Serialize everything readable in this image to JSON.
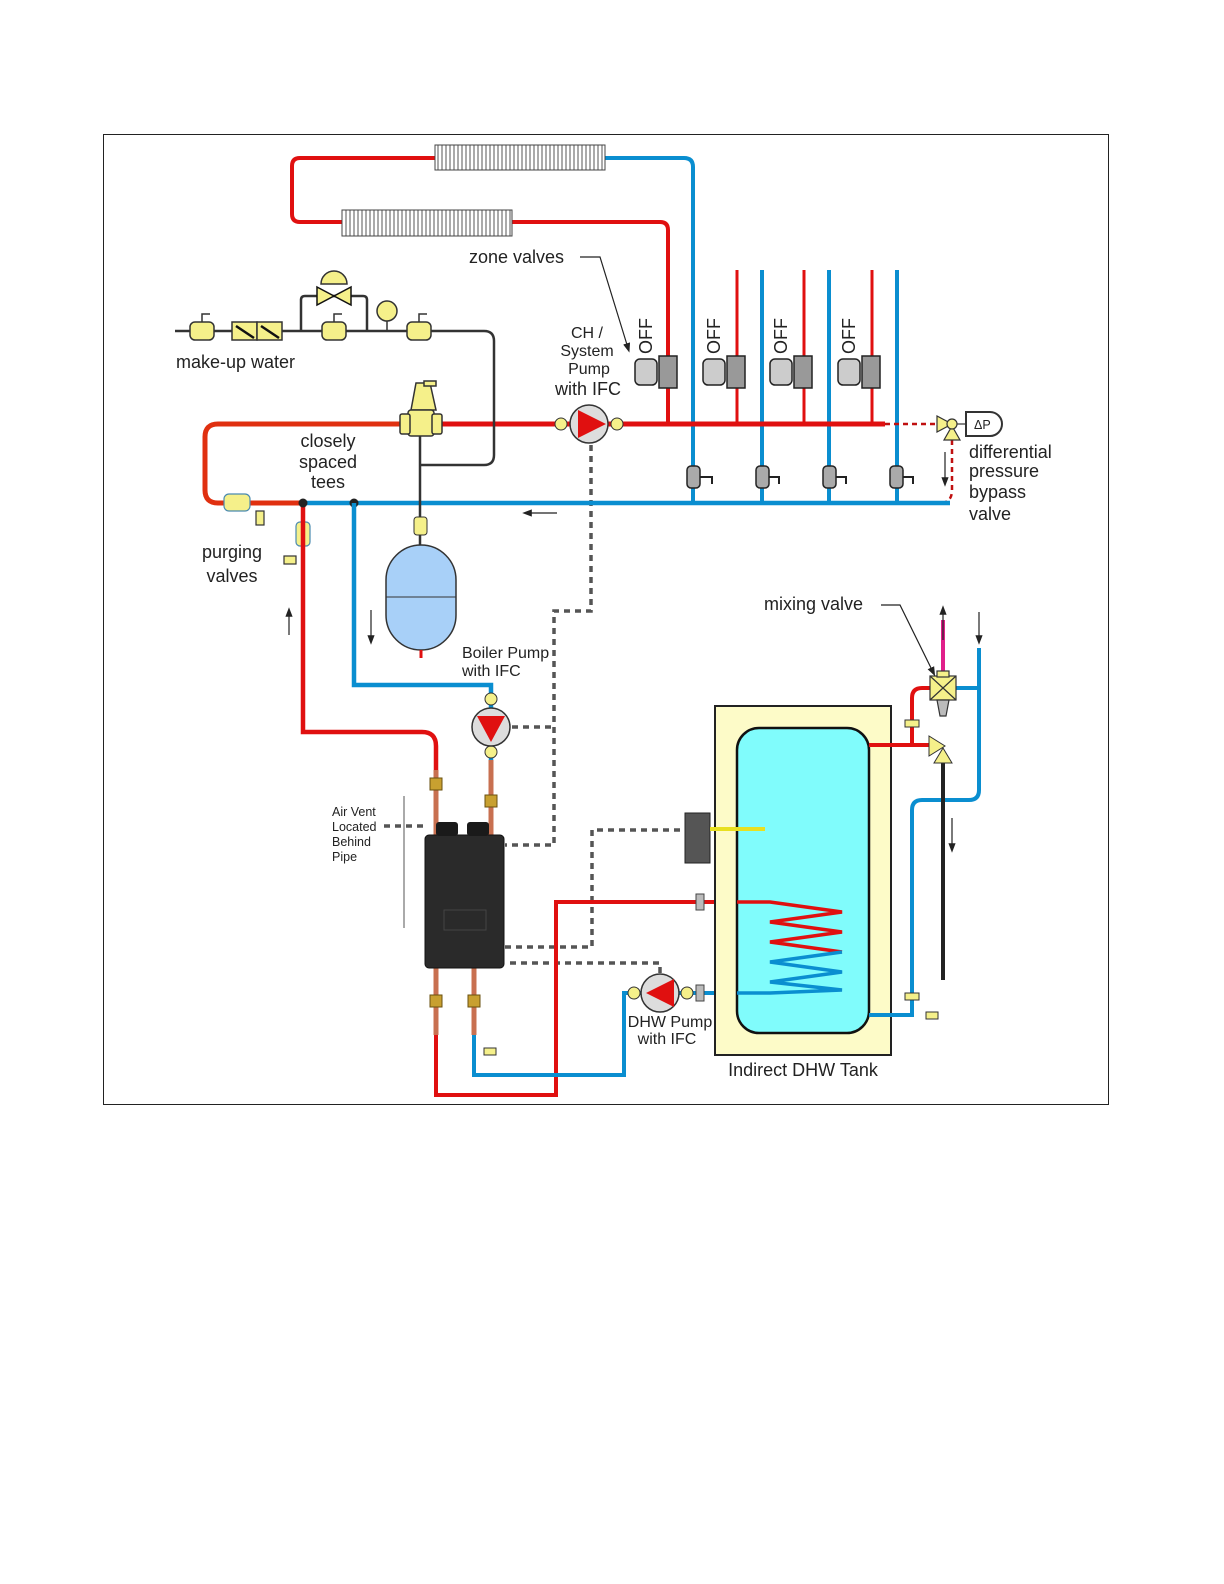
{
  "labels": {
    "zone_valves": "zone valves",
    "make_up_water": "make-up water",
    "ch_pump": [
      "CH /",
      "System",
      "Pump",
      "with IFC"
    ],
    "closely_spaced_tees": [
      "closely",
      "spaced",
      "tees"
    ],
    "purging_valves": [
      "purging",
      "valves"
    ],
    "differential_bypass": [
      "differential",
      "pressure",
      "bypass",
      "valve"
    ],
    "delta_p": "ΔP",
    "zone_off": [
      "OFF",
      "OFF",
      "OFF",
      "OFF"
    ],
    "boiler_pump": [
      "Boiler Pump",
      "with IFC"
    ],
    "air_vent": [
      "Air Vent",
      "Located",
      "Behind",
      "Pipe"
    ],
    "mixing_valve": "mixing valve",
    "dhw_pump": [
      "DHW Pump",
      "with IFC"
    ],
    "tank": "Indirect DHW Tank"
  },
  "colors": {
    "supply": "#e01010",
    "return": "#0a8ed0",
    "fitting": "#f5f08a",
    "tank_jacket": "#fdfbc8",
    "tank_water": "#80fcfc",
    "expansion_tank": "#a8d0f8",
    "boiler": "#2a2a2a",
    "control_wire": "#555555"
  }
}
